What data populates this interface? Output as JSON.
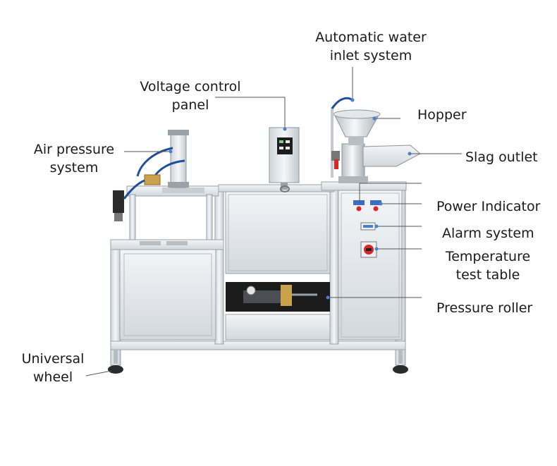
{
  "colors": {
    "steel_light": "#e8ecef",
    "steel_mid": "#c9cfd4",
    "steel_dark": "#8d959c",
    "leader": "#555555",
    "dot": "#4a7fd0",
    "button_red": "#d62828"
  },
  "icons": {
    "pressure_gauge": "gauge-icon",
    "red_switch": "rotary-switch-icon"
  },
  "labels": {
    "water_inlet": {
      "line1": "Automatic water",
      "line2": "inlet system"
    },
    "voltage_panel": {
      "line1": "Voltage control",
      "line2": "panel"
    },
    "air_pressure": {
      "line1": "Air pressure",
      "line2": "system"
    },
    "hopper": {
      "line1": "Hopper"
    },
    "slag_outlet": {
      "line1": "Slag outlet"
    },
    "power_indicator": {
      "line1": "Power Indicator"
    },
    "alarm_system": {
      "line1": "Alarm system"
    },
    "temperature": {
      "line1": "Temperature",
      "line2": "test table"
    },
    "pressure_roller": {
      "line1": "Pressure roller"
    },
    "universal_wheel": {
      "line1": "Universal",
      "line2": "wheel"
    }
  }
}
